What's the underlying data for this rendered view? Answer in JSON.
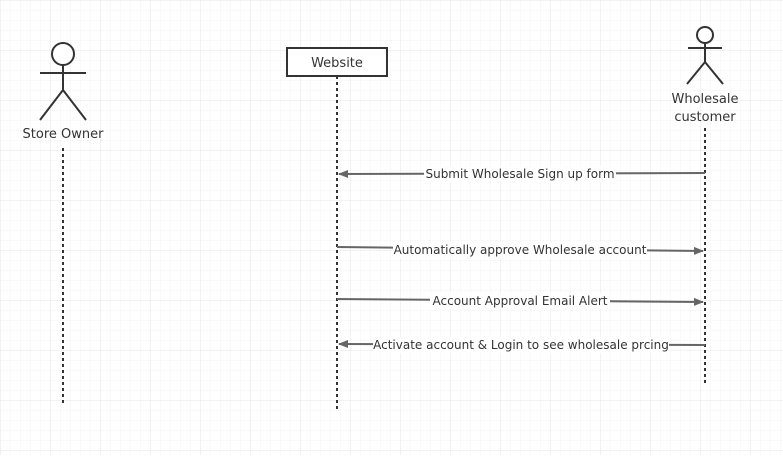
{
  "diagram": {
    "type": "sequence",
    "participants": [
      {
        "id": "store-owner",
        "label": "Store Owner",
        "kind": "actor"
      },
      {
        "id": "website",
        "label": "Website",
        "kind": "box"
      },
      {
        "id": "wholesale-customer",
        "label_lines": [
          "Wholesale",
          "customer"
        ],
        "kind": "actor"
      }
    ],
    "messages": [
      {
        "id": "msg-1",
        "from": "wholesale-customer",
        "to": "website",
        "label": "Submit Wholesale Sign up form"
      },
      {
        "id": "msg-2",
        "from": "website",
        "to": "wholesale-customer",
        "label": "Automatically approve Wholesale account"
      },
      {
        "id": "msg-3",
        "from": "website",
        "to": "wholesale-customer",
        "label": "Account Approval Email Alert"
      },
      {
        "id": "msg-4",
        "from": "wholesale-customer",
        "to": "website",
        "label": "Activate account & Login to see wholesale prcing"
      }
    ],
    "colors": {
      "line": "#333333",
      "arrow": "#666666",
      "text": "#333333",
      "grid_major": "#e6e6e6",
      "grid_minor": "#f3f3f3"
    }
  }
}
